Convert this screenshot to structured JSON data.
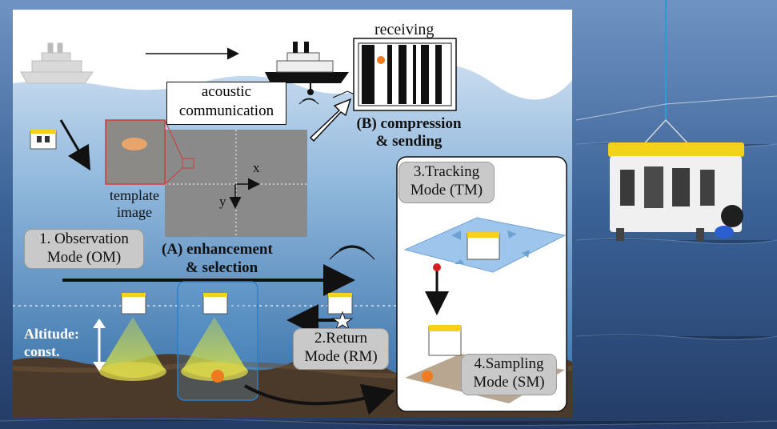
{
  "labels": {
    "receiving": "receiving",
    "acoustic_line1": "acoustic",
    "acoustic_line2": "communication",
    "compression_line1": "(B) compression",
    "compression_line2": "& sending",
    "template_line1": "template",
    "template_line2": "image",
    "axis_x": "x",
    "axis_y": "y",
    "enhancement_line1": "(A)  enhancement",
    "enhancement_line2": "& selection",
    "altitude_line1": "Altitude:",
    "altitude_line2": "const."
  },
  "modes": {
    "observation": {
      "line1": "1. Observation",
      "line2": "Mode (OM)"
    },
    "return": {
      "line1": "2.Return",
      "line2": "Mode (RM)"
    },
    "tracking": {
      "line1": "3.Tracking",
      "line2": "Mode (TM)"
    },
    "sampling": {
      "line1": "4.Sampling",
      "line2": "Mode (SM)"
    }
  },
  "colors": {
    "sky": "#ffffff",
    "sea_top": "#b9d3ea",
    "sea_bottom": "#2f6ea6",
    "seabed": "#4a3a2a",
    "vehicle_yellow": "#f2d21b",
    "crab_orange": "#f07a1e",
    "light_cone": "#c8d94a",
    "highlight_blue": "#2c7fc9"
  }
}
